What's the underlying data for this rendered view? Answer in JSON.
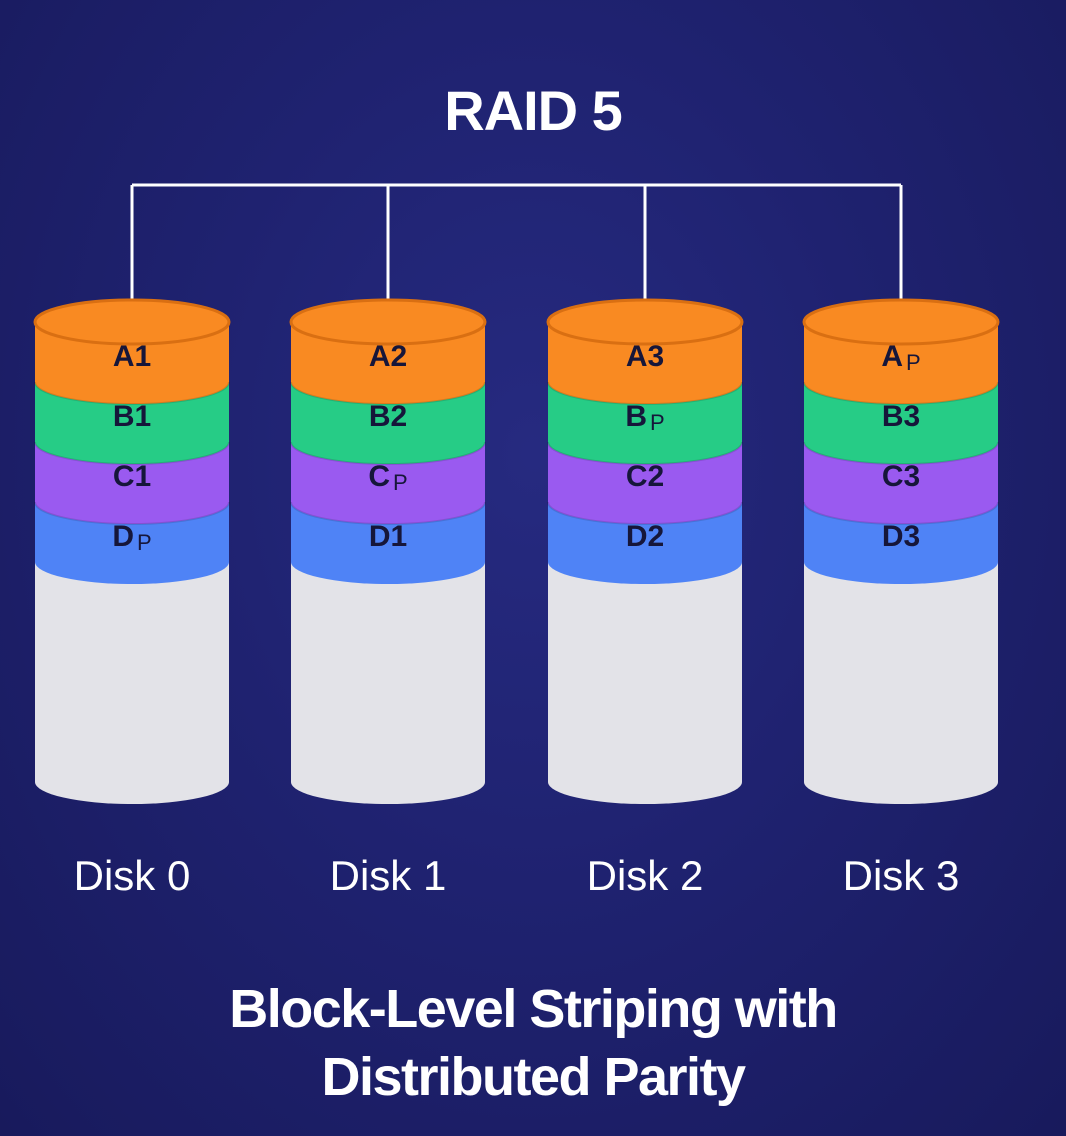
{
  "title": "RAID 5",
  "subtitle_line1": "Block-Level Striping with",
  "subtitle_line2": "Distributed Parity",
  "colors": {
    "background": "#1f2270",
    "connector": "#ffffff",
    "row_a": "#f98a22",
    "row_b": "#26cc86",
    "row_c": "#9a5af0",
    "row_d": "#4f83f6",
    "disk_body": "#e3e3e8",
    "label_text": "#16163a"
  },
  "disks": [
    {
      "name": "Disk 0",
      "blocks": [
        {
          "main": "A1",
          "sub": ""
        },
        {
          "main": "B1",
          "sub": ""
        },
        {
          "main": "C1",
          "sub": ""
        },
        {
          "main": "D",
          "sub": "P"
        }
      ]
    },
    {
      "name": "Disk 1",
      "blocks": [
        {
          "main": "A2",
          "sub": ""
        },
        {
          "main": "B2",
          "sub": ""
        },
        {
          "main": "C",
          "sub": "P"
        },
        {
          "main": "D1",
          "sub": ""
        }
      ]
    },
    {
      "name": "Disk 2",
      "blocks": [
        {
          "main": "A3",
          "sub": ""
        },
        {
          "main": "B",
          "sub": "P"
        },
        {
          "main": "C2",
          "sub": ""
        },
        {
          "main": "D2",
          "sub": ""
        }
      ]
    },
    {
      "name": "Disk 3",
      "blocks": [
        {
          "main": "A",
          "sub": "P"
        },
        {
          "main": "B3",
          "sub": ""
        },
        {
          "main": "C3",
          "sub": ""
        },
        {
          "main": "D3",
          "sub": ""
        }
      ]
    }
  ]
}
